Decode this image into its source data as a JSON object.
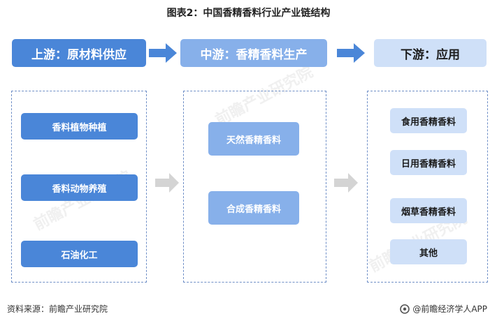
{
  "title": "图表2：中国香精香料行业产业链结构",
  "stages": {
    "upstream": "上游：原材料供应",
    "midstream": "中游：香精香料生产",
    "downstream": "下游：应用"
  },
  "upstream_items": [
    "香料植物种植",
    "香料动物养殖",
    "石油化工"
  ],
  "midstream_items": [
    "天然香精香料",
    "合成香精香料"
  ],
  "downstream_items": [
    "食用香精香料",
    "日用香精香料",
    "烟草香精香料",
    "其他"
  ],
  "source": "资料来源：前瞻产业研究院",
  "credit": "@前瞻经济学人APP",
  "colors": {
    "upstream": "#4a86d8",
    "midstream": "#87b0ea",
    "downstream": "#cfe0f8",
    "arrow": "#4a86d8",
    "gray_arrow": "#d4d4d4"
  }
}
